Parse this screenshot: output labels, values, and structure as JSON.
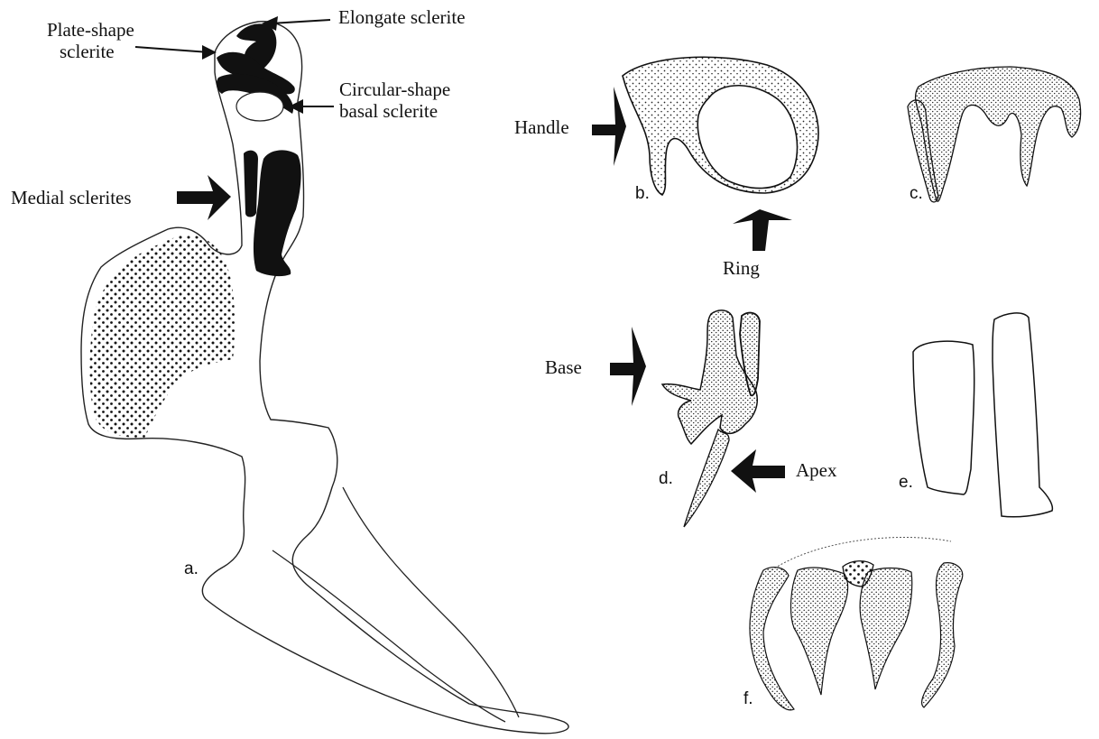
{
  "labels": {
    "elongate": "Elongate sclerite",
    "plate_line1": "Plate-shape",
    "plate_line2": "sclerite",
    "circular_line1": "Circular-shape",
    "circular_line2": "basal sclerite",
    "medial": "Medial sclerites",
    "handle": "Handle",
    "ring": "Ring",
    "base": "Base",
    "apex": "Apex"
  },
  "panels": {
    "a": "a.",
    "b": "b.",
    "c": "c.",
    "d": "d.",
    "e": "e.",
    "f": "f."
  },
  "colors": {
    "ink": "#111111",
    "paper": "#ffffff"
  }
}
